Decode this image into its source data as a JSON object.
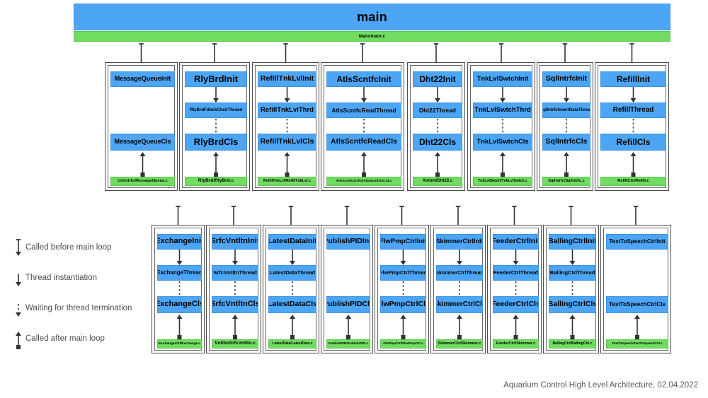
{
  "diagram": {
    "footer": "Aquarium Control High Level Architecture, 02.04.2022",
    "main": {
      "title": "main",
      "file": "Main/main.c"
    },
    "legend": [
      {
        "label": "Called before main loop",
        "style": "solid-down"
      },
      {
        "label": "Thread instantiation",
        "style": "solid-down-short"
      },
      {
        "label": "Waiting for thread termination",
        "style": "dashed-down"
      },
      {
        "label": "Called after main loop",
        "style": "solid-up-square"
      }
    ],
    "row1": [
      {
        "init": "MessageQueueInit",
        "thread": null,
        "close": "MessageQueueCls",
        "file": "UsrIntrfc/MessageQueue.c",
        "init_size": 9,
        "close_size": 9,
        "file_size": 5.6
      },
      {
        "init": "RlyBrdInit",
        "thread": "RlyBrdFdbckChckThread",
        "close": "RlyBrdCls",
        "file": "RlyBrd/RlyBrd.c",
        "init_size": 13,
        "thread_size": 6.2,
        "close_size": 13,
        "file_size": 6.6
      },
      {
        "init": "RefillTnkLvlInit",
        "thread": "RefillTnkLvlThrd",
        "close": "RefillTnkLvlCls",
        "file": "RefillTnkLvl/RefillTnkLvl.c",
        "init_size": 10.5,
        "thread_size": 9.5,
        "close_size": 10.5,
        "file_size": 5.4
      },
      {
        "init": "AtlsScntfcInit",
        "thread": "AtlsScntfcReadThread",
        "close": "AtlsScntfcReadCls",
        "file": "AtlsScntfcI2CRd/AtlsScntfcI2Crd.c",
        "init_size": 12,
        "thread_size": 8.5,
        "close_size": 10.5,
        "file_size": 4.8
      },
      {
        "init": "Dht22Init",
        "thread": "Dht22Thread",
        "close": "Dht22Cls",
        "file": "Ambnt/Dht22.c",
        "init_size": 12,
        "thread_size": 8.5,
        "close_size": 12,
        "file_size": 6.0
      },
      {
        "init": "TnkLvlSwtchInit",
        "thread": "TnkLvlSwtchThrd",
        "close": "TnkLvlSwtchCls",
        "file": "TnkLvlSwtch/TnkLvlSwtch.c",
        "init_size": 9.5,
        "thread_size": 9.5,
        "close_size": 9.5,
        "file_size": 5.2
      },
      {
        "init": "SqlIntrfcInit",
        "thread": "SqlIntrfcInsertDataThread",
        "close": "SqlIntrfcCls",
        "file": "SqlIntrfc/SqlIntrfc.c",
        "init_size": 10.5,
        "thread_size": 6.0,
        "close_size": 10.5,
        "file_size": 5.6
      },
      {
        "init": "RefillInit",
        "thread": "RefillThread",
        "close": "RefillCls",
        "file": "RefillCtrl/Refill.c",
        "init_size": 12,
        "thread_size": 10,
        "close_size": 12,
        "file_size": 5.8
      }
    ],
    "row2": [
      {
        "init": "ExchangeInit",
        "thread": "ExchangeThread",
        "close": "ExchangeCls",
        "file": "ExchangeCtrl/Exchange.c",
        "init_size": 11,
        "thread_size": 8,
        "close_size": 11,
        "file_size": 4.8
      },
      {
        "init": "SrfcVntltnInit",
        "thread": "SrfcVntltnThread",
        "close": "SrfcVntltnCls",
        "file": "Vntltn/SrfcVntltn.c",
        "init_size": 11,
        "thread_size": 7.6,
        "close_size": 11,
        "file_size": 6.6
      },
      {
        "init": "LatestDataInit",
        "thread": "LatestDataThread",
        "close": "LatestDataCls",
        "file": "LatestData/LatestData.c",
        "init_size": 10.5,
        "thread_size": 7.6,
        "close_size": 10.5,
        "file_size": 5.0
      },
      {
        "init": "PublishPIDInit",
        "thread": null,
        "close": "PublishPIDCls",
        "file": "PublishPID/PublishPID.c",
        "init_size": 10.5,
        "close_size": 10.5,
        "file_size": 4.8
      },
      {
        "init": "FlwPmpCtrlInit",
        "thread": "FlwPmpCtrlThread",
        "close": "FlwPmpCtrlCls",
        "file": "FlwPmpCtrl/FlwPmpCtrl.c",
        "init_size": 9.5,
        "thread_size": 7.6,
        "close_size": 10.5,
        "file_size": 4.6
      },
      {
        "init": "SkimmerCtrlInit",
        "thread": "SkimmerCtrlThread",
        "close": "SkimmerCtrlCls",
        "file": "SkimmerCtrl/Skimmer.c",
        "init_size": 9,
        "thread_size": 7.3,
        "close_size": 10,
        "file_size": 5.4
      },
      {
        "init": "FeederCtrlInit",
        "thread": "FeederCtrlThread",
        "close": "FeederCtrlCls",
        "file": "FeederCtrl/Skimmer.c",
        "init_size": 10.5,
        "thread_size": 7.6,
        "close_size": 10.5,
        "file_size": 5.4
      },
      {
        "init": "BallingCtrlInit",
        "thread": "BallingCtrlThread",
        "close": "BallingCtrlCls",
        "file": "BallingCtrl/BallingCtrl.c",
        "init_size": 10.5,
        "thread_size": 7.6,
        "close_size": 10.5,
        "file_size": 5.0
      },
      {
        "init": "TextToSpeechCtrlInit",
        "thread": null,
        "close": "TextToSpeechCtrlCls",
        "file": "TextToSpeech/TextToSpeechCtrl.c",
        "init_size": 8,
        "close_size": 8,
        "file_size": 4.4
      }
    ]
  },
  "colors": {
    "node_blue": "#4da6f5",
    "file_green": "#70dd60",
    "border_gray": "#4d4d4d",
    "text_gray": "#4d4d4d"
  }
}
